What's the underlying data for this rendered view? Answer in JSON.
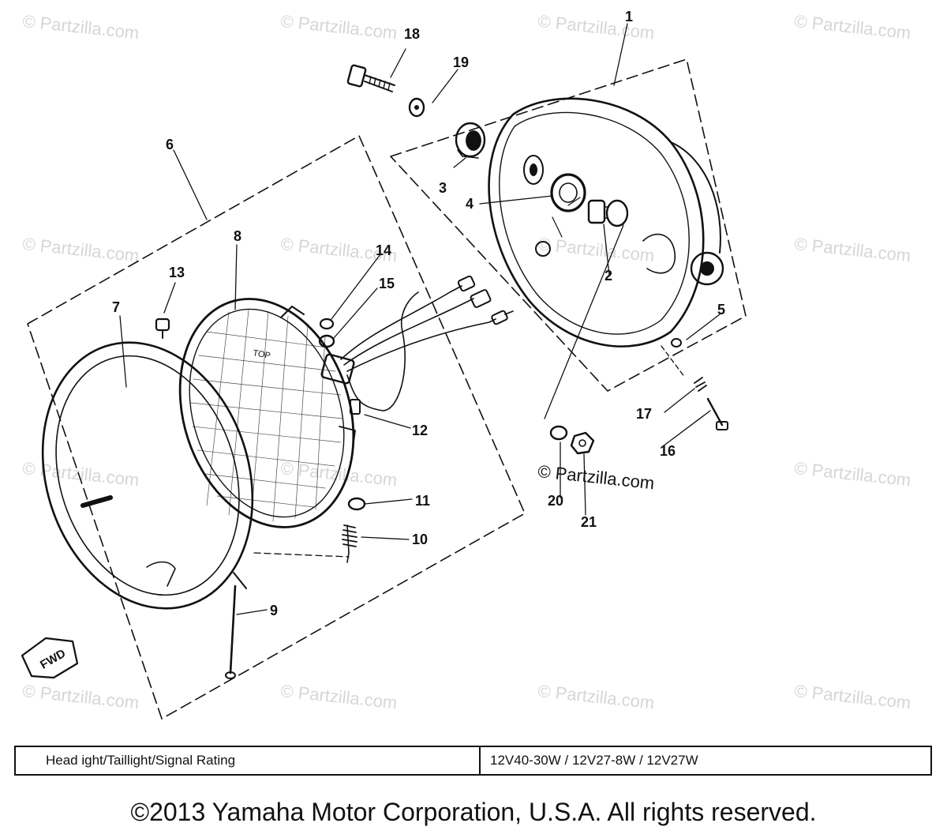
{
  "watermarks": [
    "© Partzilla.com"
  ],
  "overlay_watermark": "© Partzilla.com",
  "callouts": [
    "1",
    "2",
    "3",
    "4",
    "5",
    "6",
    "7",
    "8",
    "9",
    "10",
    "11",
    "12",
    "13",
    "14",
    "15",
    "16",
    "17",
    "18",
    "19",
    "20",
    "21"
  ],
  "fwd_label": "FWD",
  "lens_text": "TOP",
  "table": {
    "label": "Head ight/Taillight/Signal Rating",
    "value": "12V40-30W / 12V27-8W / 12V27W"
  },
  "copyright": "©2013 Yamaha Motor Corporation, U.S.A. All rights reserved."
}
